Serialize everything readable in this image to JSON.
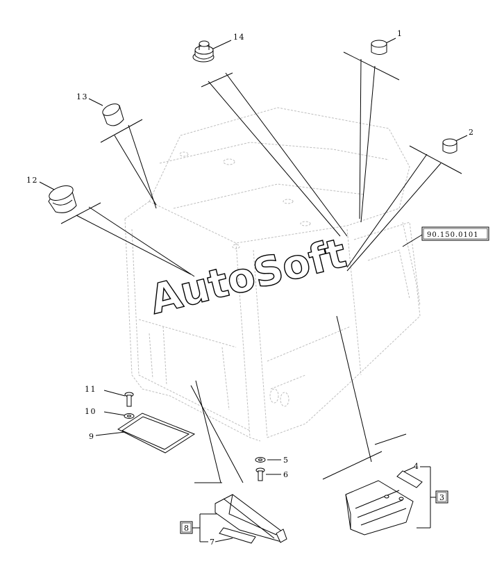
{
  "callouts": {
    "n1": "1",
    "n2": "2",
    "n3": "3",
    "n4": "4",
    "n5": "5",
    "n6": "6",
    "n7": "7",
    "n8": "8",
    "n9": "9",
    "n10": "10",
    "n11": "11",
    "n12": "12",
    "n13": "13",
    "n14": "14"
  },
  "reference": "90.150.0101",
  "watermark": "AutoSoft"
}
